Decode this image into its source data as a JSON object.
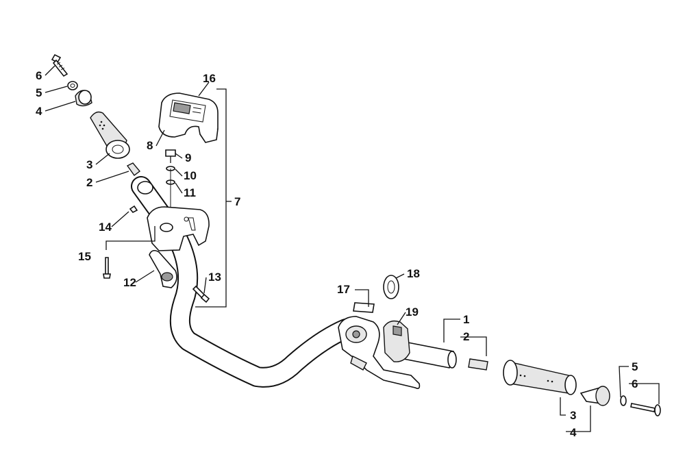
{
  "callouts": {
    "l_top_6": "6",
    "l_top_5": "5",
    "l_top_4": "4",
    "l_top_3": "3",
    "l_top_2": "2",
    "l_8": "8",
    "l_9": "9",
    "l_10": "10",
    "l_11": "11",
    "l_16": "16",
    "l_7": "7",
    "l_14": "14",
    "l_15": "15",
    "l_12": "12",
    "l_13": "13",
    "l_17": "17",
    "l_18": "18",
    "l_19": "19",
    "l_r_1": "1",
    "l_r_2": "2",
    "l_r_3": "3",
    "l_r_4": "4",
    "l_r_5": "5",
    "l_r_6": "6"
  },
  "colors": {
    "line": "#111111",
    "fill": "#ffffff",
    "shade": "#e6e6e6"
  }
}
